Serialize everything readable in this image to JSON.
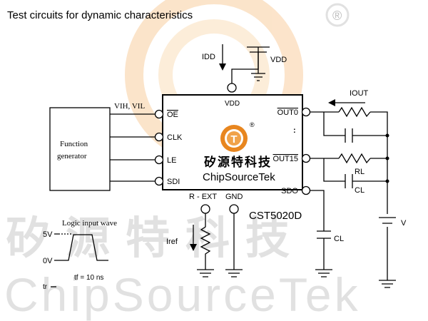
{
  "title": "Test circuits for dynamic characteristics",
  "watermark": {
    "cn": "矽源特科技",
    "en": "ChipSourceTek",
    "registered": "®"
  },
  "chip": {
    "part_number": "CST5020D",
    "logo_cn": "矽源特科技",
    "logo_en": "ChipSourceTek",
    "logo_mark": "T",
    "registered": "®",
    "pins": {
      "oe": "OE",
      "clk": "CLK",
      "le": "LE",
      "sdi": "SDI",
      "vdd": "VDD",
      "out0": "OUT0",
      "out15": "OUT15",
      "sdo": "SDO",
      "rext": "R - EXT",
      "gnd": "GND"
    },
    "dots": ":"
  },
  "function_generator": {
    "line1": "Function",
    "line2": "generator",
    "signal_label": "VIH, VIL"
  },
  "labels": {
    "idd": "IDD",
    "vdd_supply": "VDD",
    "iout": "IOUT",
    "rl": "RL",
    "cl": "CL",
    "cl_sdo": "CL",
    "v_supply": "V",
    "iref": "Iref"
  },
  "waveform": {
    "title": "Logic input wave",
    "high": "5V",
    "low": "0V",
    "tf": "tf = 10 ns",
    "tr": "tr"
  },
  "colors": {
    "logo_orange": "#e8861f",
    "logo_ring": "#f5b36a",
    "watermark_gray": "#c9c9c9"
  }
}
